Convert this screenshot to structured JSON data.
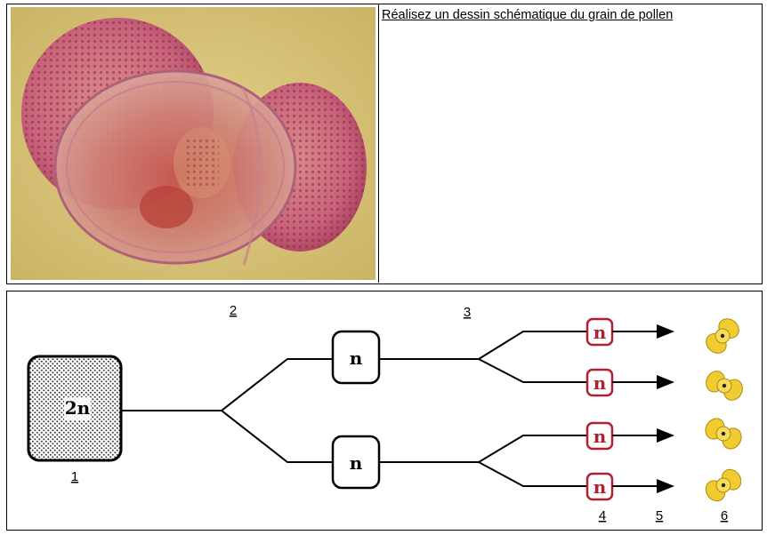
{
  "instruction": "Réalisez un dessin schématique du grain de pollen",
  "diagram": {
    "mother_cell": "2n",
    "intermediate_cells": [
      "n",
      "n"
    ],
    "final_cells": [
      "n",
      "n",
      "n",
      "n"
    ],
    "labels": {
      "l1": "1",
      "l2": "2",
      "l3": "3",
      "l4": "4",
      "l5": "5",
      "l6": "6"
    }
  },
  "colors": {
    "photo_background": "#d9c57a",
    "pollen_pink": "#c0506a",
    "final_cell_border": "#b02030",
    "pollen_grain_yellow": "#f0cc30"
  }
}
